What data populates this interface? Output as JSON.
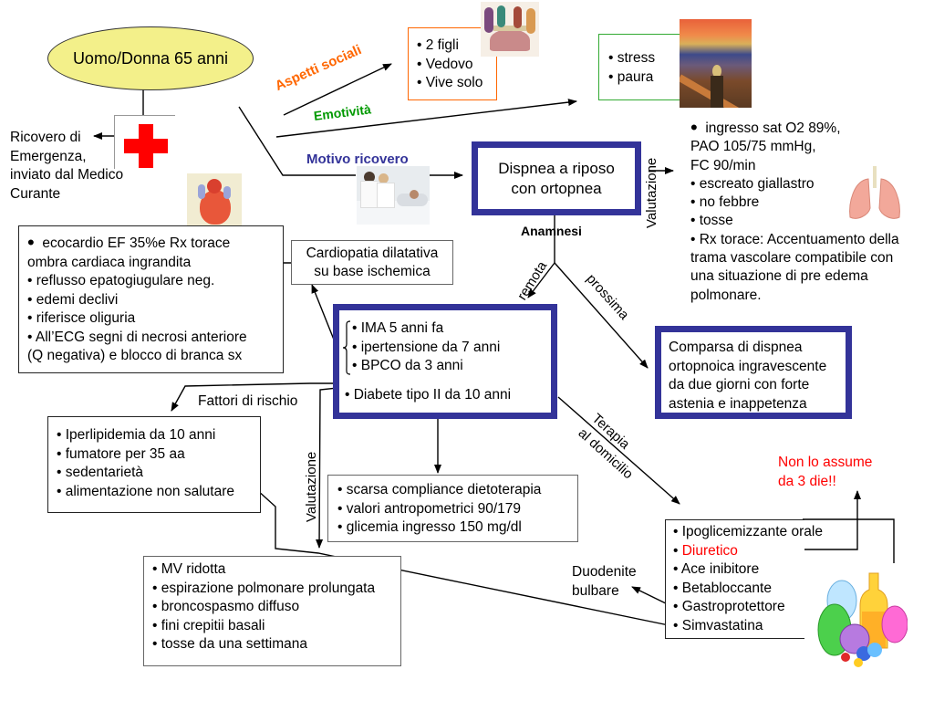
{
  "root": {
    "label": "Uomo/Donna 65 anni"
  },
  "admission": {
    "label_lines": [
      "Ricovero di",
      "Emergenza,",
      "inviato dal Medico",
      "Curante"
    ]
  },
  "branches": {
    "social": {
      "label": "Aspetti sociali",
      "color": "#ff6600",
      "items": [
        "2 figli",
        "Vedovo",
        "Vive solo"
      ]
    },
    "emotion": {
      "label": "Emotività",
      "color": "#009900",
      "items": [
        "stress",
        "paura"
      ]
    },
    "reason": {
      "label": "Motivo ricovero",
      "color": "#333399"
    }
  },
  "main_problem": {
    "lines": [
      "Dispnea a riposo",
      "con ortopnea"
    ]
  },
  "valutazione_right": {
    "label": "Valutazione",
    "items": [
      "ingresso sat O2 89%,",
      "PAO 105/75 mmHg,",
      "FC 90/min",
      "• escreato giallastro",
      "• no febbre",
      "• tosse",
      "• Rx torace: Accentuamento della",
      "trama vascolare compatibile con",
      "una situazione di pre edema",
      "polmonare."
    ]
  },
  "anamnesi": {
    "label": "Anamnesi",
    "remota": "remota",
    "prossima": "prossima"
  },
  "prossima_box": {
    "lines": [
      "Comparsa di dispnea",
      "ortopnoica ingravescente",
      "da due giorni con forte",
      "astenia e inappetenza"
    ]
  },
  "remota_box": {
    "items": [
      "IMA 5 anni fa",
      "ipertensione da 7 anni",
      "BPCO da 3 anni"
    ],
    "diabetes": "Diabete tipo II da 10 anni"
  },
  "cardiopatia": {
    "lines": [
      "Cardiopatia dilatativa",
      "su base ischemica"
    ]
  },
  "cardio_findings": {
    "lines": [
      "ecocardio EF 35%e Rx torace",
      "ombra cardiaca ingrandita",
      "• reflusso epatogiugulare neg.",
      "• edemi declivi",
      "• riferisce oliguria",
      "• All’ECG segni di necrosi anteriore",
      "(Q negativa) e blocco di branca sx"
    ]
  },
  "risk_factors": {
    "label": "Fattori di rischio",
    "items": [
      "Iperlipidemia da 10 anni",
      "fumatore per 35 aa",
      "sedentarietà",
      "alimentazione non salutare"
    ]
  },
  "diabetes_eval": {
    "items": [
      "scarsa compliance dietoterapia",
      "valori antropometrici 90/179",
      "glicemia ingresso 150 mg/dl"
    ]
  },
  "valutazione_left": {
    "label": "Valutazione",
    "items": [
      "MV ridotta",
      "espirazione polmonare prolungata",
      "broncospasmo diffuso",
      "fini crepitii basali",
      "tosse da una settimana"
    ]
  },
  "therapy": {
    "label_line1": "Terapia",
    "label_line2": "al domicilio",
    "items": [
      {
        "text": "Ipoglicemizzante orale",
        "color": "#000000"
      },
      {
        "text": "Diuretico",
        "color": "#ff0000"
      },
      {
        "text": "Ace inibitore",
        "color": "#000000"
      },
      {
        "text": "Betabloccante",
        "color": "#000000"
      },
      {
        "text": "Gastroprotettore",
        "color": "#000000"
      },
      {
        "text": "Simvastatina",
        "color": "#000000"
      }
    ],
    "note_lines": [
      "Non lo assume",
      "da 3 die!!"
    ],
    "note_color": "#ff0000",
    "side_effect_lines": [
      "Duodenite",
      "bulbare"
    ]
  },
  "images": [
    "social-gathering-illustration",
    "the-scream-painting",
    "hospital-bed-photo",
    "heart-illustration",
    "lungs-illustration",
    "red-cross-icon",
    "pills-cartoon"
  ]
}
